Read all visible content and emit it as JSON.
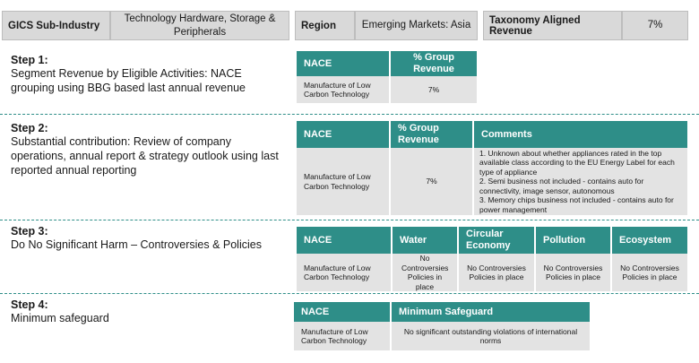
{
  "header": {
    "gics_label": "GICS Sub-Industry",
    "gics_value": "Technology Hardware, Storage & Peripherals",
    "region_label": "Region",
    "region_value": "Emerging Markets: Asia",
    "taxonomy_label": "Taxonomy Aligned Revenue",
    "taxonomy_value": "7%"
  },
  "steps": [
    {
      "title": "Step 1",
      "description": "Segment Revenue by Eligible Activities: NACE grouping using BBG  based last annual revenue",
      "table": {
        "headers": [
          "NACE",
          "% Group Revenue"
        ],
        "row": [
          "Manufacture of Low Carbon Technology",
          "7%"
        ]
      }
    },
    {
      "title": "Step 2",
      "description": "Substantial contribution: Review of company operations, annual report & strategy outlook using last reported annual reporting",
      "table": {
        "headers": [
          "NACE",
          "% Group Revenue",
          "Comments"
        ],
        "row": [
          "Manufacture of Low Carbon Technology",
          "7%"
        ],
        "comments": [
          "1. Unknown about whether appliances rated in the top available class according to the EU Energy Label for each type of appliance",
          "2. Semi business not included - contains auto for connectivity, image sensor, autonomous",
          "3. Memory chips business not included - contains auto for power management"
        ]
      }
    },
    {
      "title": "Step 3",
      "description": "Do No Significant Harm – Controversies & Policies",
      "table": {
        "headers": [
          "NACE",
          "Water",
          "Circular Economy",
          "Pollution",
          "Ecosystem"
        ],
        "row": [
          "Manufacture of Low Carbon Technology",
          "No Controversies Policies in place",
          "No Controversies Policies in place",
          "No Controversies Policies in place",
          "No Controversies Policies in place"
        ]
      }
    },
    {
      "title": "Step 4",
      "description": "Minimum safeguard",
      "table": {
        "headers": [
          "NACE",
          "Minimum Safeguard"
        ],
        "row": [
          "Manufacture of Low Carbon Technology",
          "No significant outstanding violations of international norms"
        ]
      }
    }
  ]
}
